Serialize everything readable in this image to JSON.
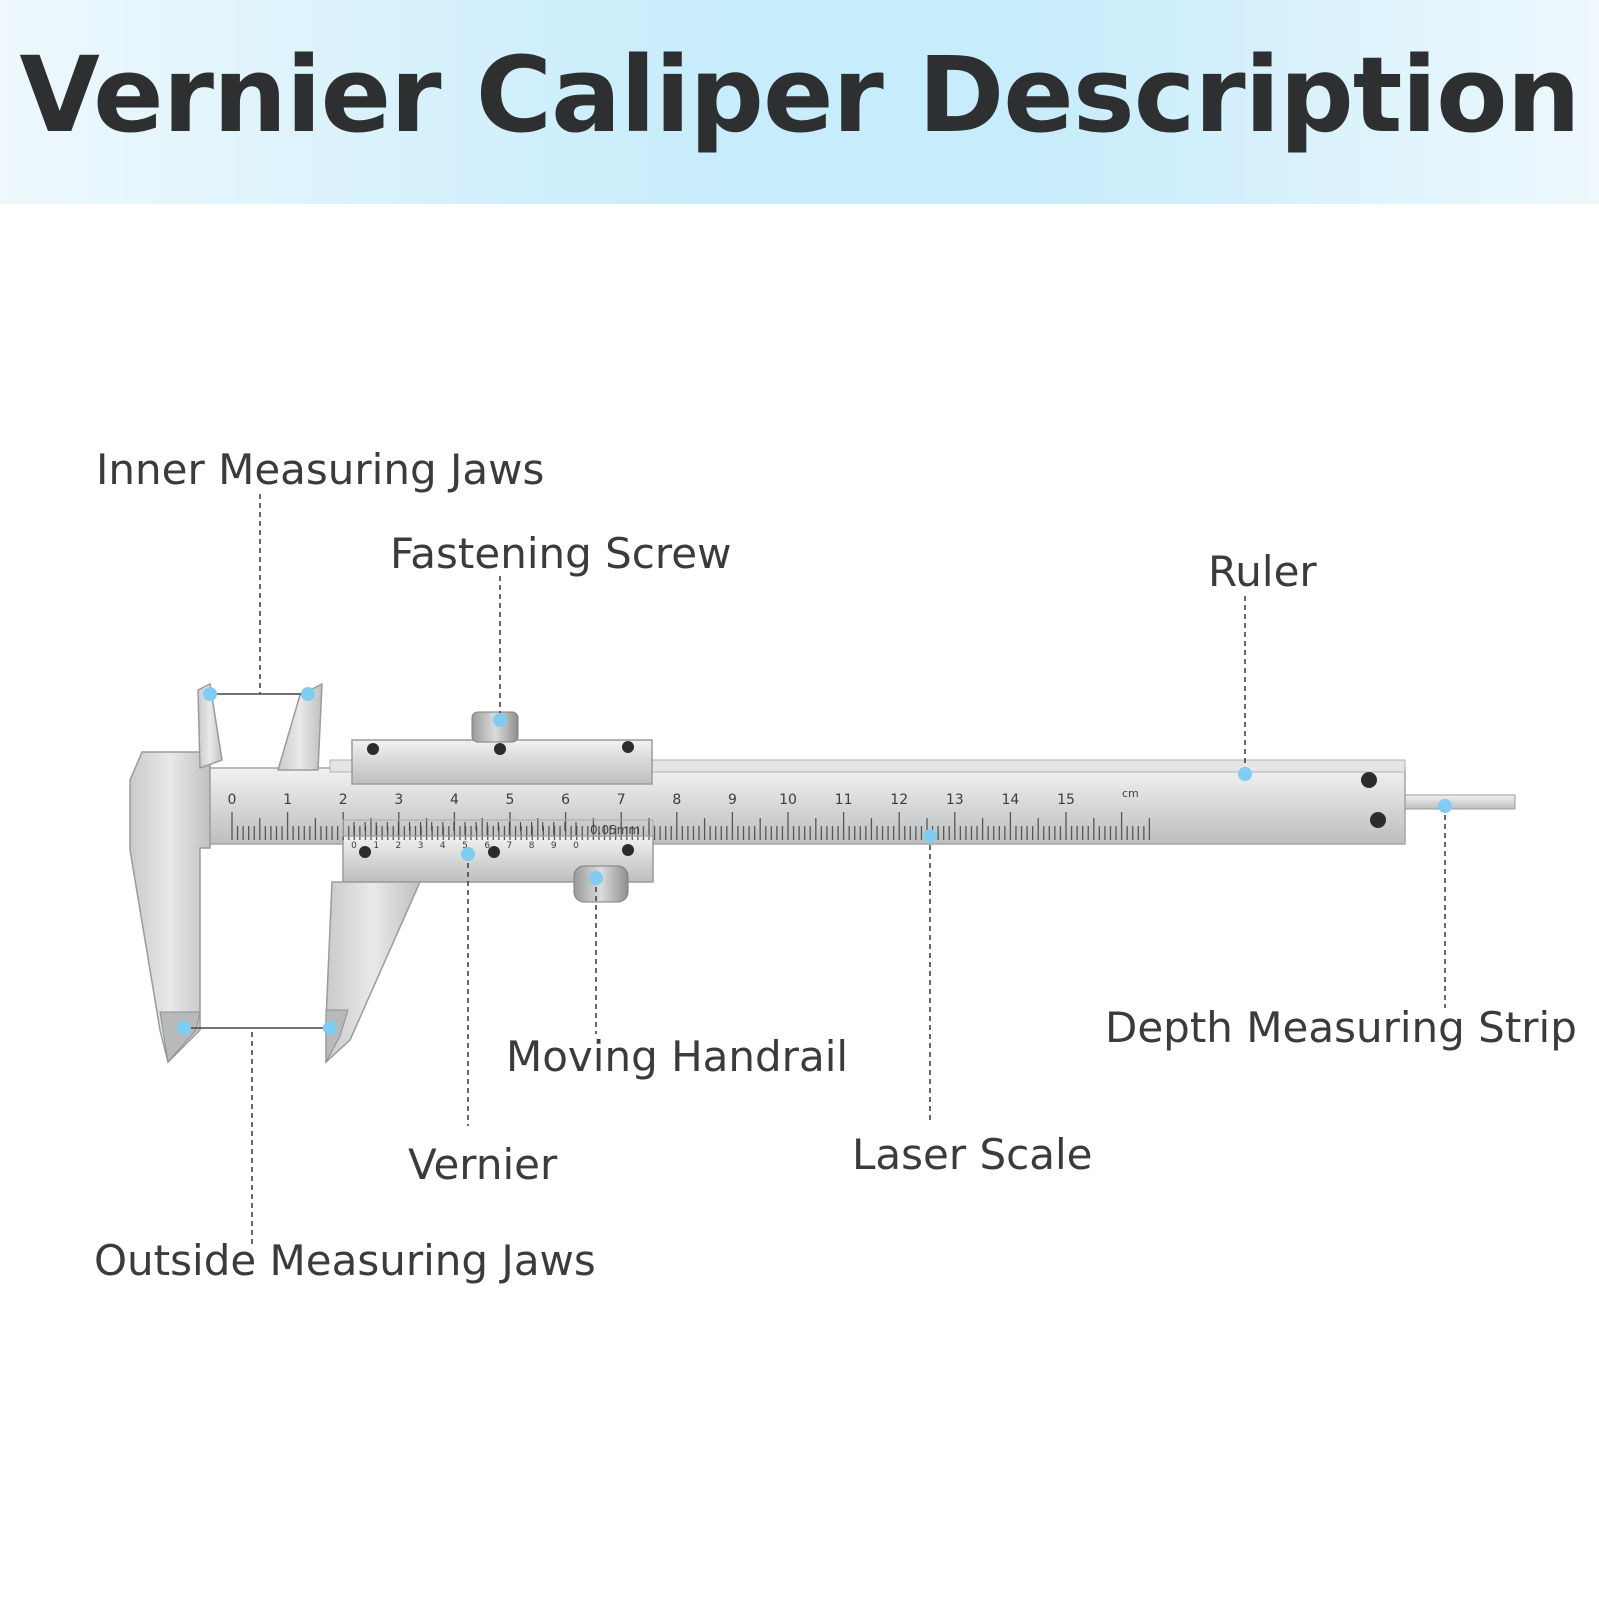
{
  "title": "Vernier Caliper Description",
  "labels": {
    "inner_jaws": "Inner Measuring Jaws",
    "fastening_screw": "Fastening Screw",
    "ruler": "Ruler",
    "depth_strip": "Depth Measuring Strip",
    "moving_handrail": "Moving Handrail",
    "vernier": "Vernier",
    "laser_scale": "Laser Scale",
    "outside_jaws": "Outside Measuring Jaws"
  },
  "scale": {
    "main_numbers": [
      "0",
      "1",
      "2",
      "3",
      "4",
      "5",
      "6",
      "7",
      "8",
      "9",
      "10",
      "11",
      "12",
      "13",
      "14",
      "15"
    ],
    "main_unit": "cm",
    "vernier_numbers": [
      "0",
      "1",
      "2",
      "3",
      "4",
      "5",
      "6",
      "7",
      "8",
      "9",
      "0"
    ],
    "vernier_unit": "0.05mm"
  },
  "colors": {
    "accent_dot": "#7fcdf0",
    "title_text": "#2e2f30",
    "steel": "#d9dadb"
  }
}
